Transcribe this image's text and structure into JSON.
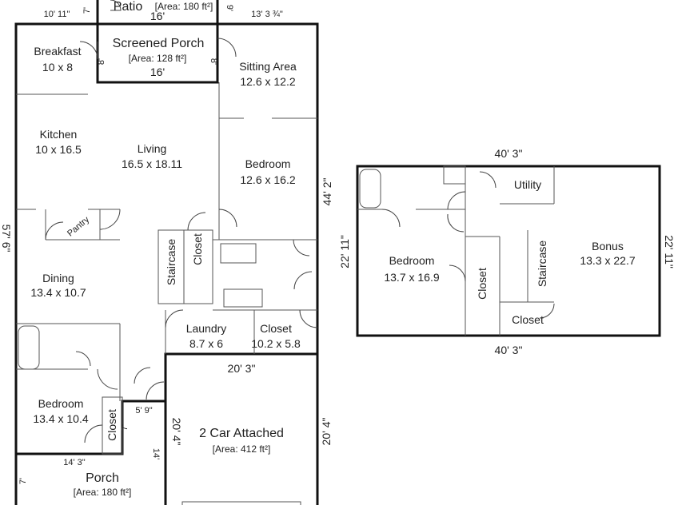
{
  "main_floor": {
    "patio": {
      "name": "Patio",
      "area": "[Area: 180 ft²]",
      "width": "16'",
      "left_dim": "7'",
      "right_dim": "9'"
    },
    "top_dims": {
      "left": "10' 11\"",
      "right": "13' 3 ¾\""
    },
    "screened_porch": {
      "name": "Screened Porch",
      "area": "[Area: 128 ft²]",
      "width": "16'",
      "left_dim": "8'",
      "right_dim": "8'"
    },
    "rooms": {
      "breakfast": {
        "name": "Breakfast",
        "size": "10 x 8"
      },
      "sitting_area": {
        "name": "Sitting Area",
        "size": "12.6 x 12.2"
      },
      "kitchen": {
        "name": "Kitchen",
        "size": "10 x 16.5"
      },
      "living": {
        "name": "Living",
        "size": "16.5 x 18.11"
      },
      "bedroom_right": {
        "name": "Bedroom",
        "size": "12.6 x 16.2"
      },
      "pantry": {
        "name": "Pantry"
      },
      "staircase": {
        "name": "Staircase"
      },
      "closet_stair": {
        "name": "Closet"
      },
      "dining": {
        "name": "Dining",
        "size": "13.4 x 10.7"
      },
      "laundry": {
        "name": "Laundry",
        "size": "8.7 x 6"
      },
      "closet_laundry": {
        "name": "Closet",
        "size": "10.2 x 5.8"
      },
      "bedroom_left": {
        "name": "Bedroom",
        "size": "13.4 x 10.4"
      },
      "closet_bedroom": {
        "name": "Closet"
      }
    },
    "side_dims": {
      "right": "44' 2\"",
      "left": "57' 6\""
    },
    "garage": {
      "name": "2 Car Attached",
      "area": "[Area: 412 ft²]",
      "top": "20' 3\"",
      "left": "20' 4\"",
      "right": "20' 4\""
    },
    "entry_dims": {
      "width": "5' 9\"",
      "depth": "7'",
      "porch_side": "14'"
    },
    "porch": {
      "name": "Porch",
      "area": "[Area: 180 ft²]",
      "width": "14' 3\"",
      "depth": "7'"
    }
  },
  "upper_floor": {
    "top_dim": "40' 3\"",
    "bottom_dim": "40' 3\"",
    "left_dim": "22' 11\"",
    "right_dim": "22' 11\"",
    "rooms": {
      "utility": {
        "name": "Utility"
      },
      "bonus": {
        "name": "Bonus",
        "size": "13.3 x 22.7"
      },
      "bedroom": {
        "name": "Bedroom",
        "size": "13.7 x 16.9"
      },
      "closet_left": {
        "name": "Closet"
      },
      "staircase": {
        "name": "Staircase"
      },
      "closet_bottom": {
        "name": "Closet"
      }
    }
  }
}
